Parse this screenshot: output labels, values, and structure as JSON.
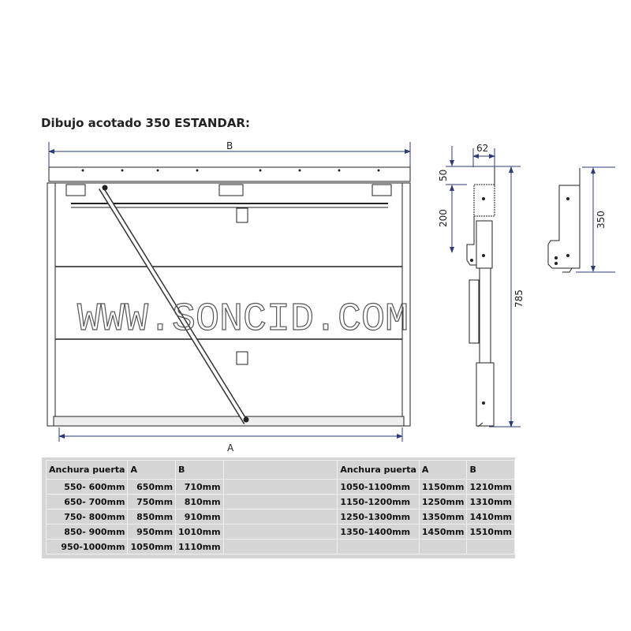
{
  "title": "Dibujo acotado 350 ESTANDAR:",
  "watermark": "WWW.SONCID.COM",
  "colors": {
    "dimension": "#2e3a7a",
    "table_bg": "#d5d5d5"
  },
  "dimensions": {
    "B": "B",
    "A": "A",
    "width_62": "62",
    "top_50": "50",
    "h_200": "200",
    "total_785": "785",
    "bracket_350": "350"
  },
  "table": {
    "headers": [
      "Anchura puerta",
      "A",
      "B"
    ],
    "left_rows": [
      [
        "550- 600mm",
        "650mm",
        "710mm"
      ],
      [
        "650- 700mm",
        "750mm",
        "810mm"
      ],
      [
        "750- 800mm",
        "850mm",
        "910mm"
      ],
      [
        "850- 900mm",
        "950mm",
        "1010mm"
      ],
      [
        "950-1000mm",
        "1050mm",
        "1110mm"
      ]
    ],
    "right_rows": [
      [
        "1050-1100mm",
        "1150mm",
        "1210mm"
      ],
      [
        "1150-1200mm",
        "1250mm",
        "1310mm"
      ],
      [
        "1250-1300mm",
        "1350mm",
        "1410mm"
      ],
      [
        "1350-1400mm",
        "1450mm",
        "1510mm"
      ]
    ]
  }
}
